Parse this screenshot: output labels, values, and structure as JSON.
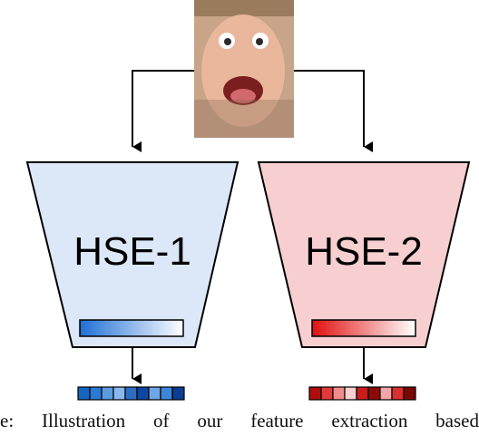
{
  "encoders": [
    {
      "label": "HSE-1",
      "fill": "#dce8f8",
      "bar_gradient": [
        "#1f6fd6",
        "#ffffff"
      ],
      "feature_colors": [
        "#1565c0",
        "#2a7ad3",
        "#5b9be0",
        "#8ab8ec",
        "#2a6fc2",
        "#0d47a1",
        "#6fa7e6",
        "#3d86d8",
        "#0b3d91"
      ]
    },
    {
      "label": "HSE-2",
      "fill": "#f7cfd0",
      "bar_gradient": [
        "#e01010",
        "#ffffff"
      ],
      "feature_colors": [
        "#b00d0d",
        "#e23a3a",
        "#f28b8b",
        "#fbd0d0",
        "#c81d1d",
        "#8e0a0a",
        "#f5a5a5",
        "#d93030",
        "#7a0606"
      ]
    }
  ],
  "caption": "e: Illustration of our feature extraction based"
}
